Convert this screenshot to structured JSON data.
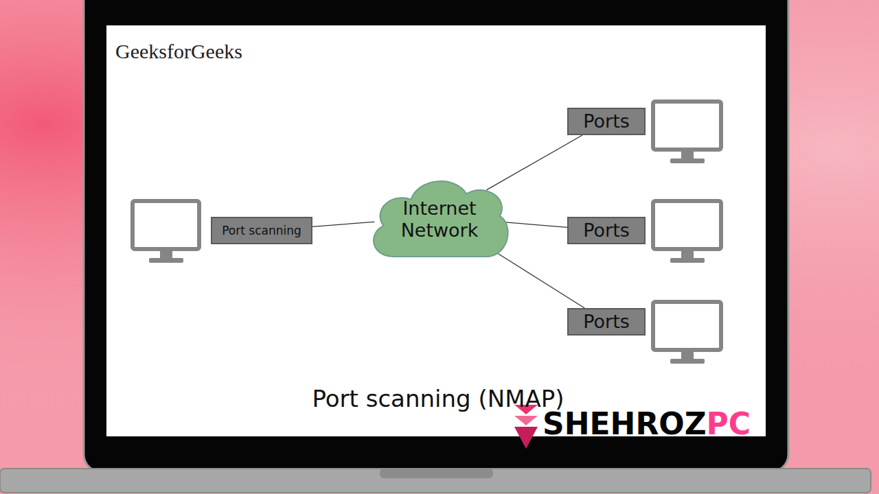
{
  "diagram": {
    "caption": "Port scanning (NMAP)",
    "nodes": [
      {
        "text": [
          "Port scanning"
        ]
      },
      {
        "text": [
          "Internet Network"
        ]
      },
      {
        "text": [
          "Ports"
        ]
      },
      {
        "text": [
          "Ports"
        ]
      },
      {
        "text": [
          "Ports"
        ]
      }
    ],
    "edges": [
      {
        "from": 0,
        "to": 1,
        "arrow": "none"
      },
      {
        "from": 1,
        "to": 2,
        "arrow": "none"
      },
      {
        "from": 1,
        "to": 3,
        "arrow": "none"
      },
      {
        "from": 1,
        "to": 4,
        "arrow": "none"
      }
    ],
    "labels": [
      "GeeksforGeeks",
      "SHEHROZ",
      "PC"
    ]
  }
}
